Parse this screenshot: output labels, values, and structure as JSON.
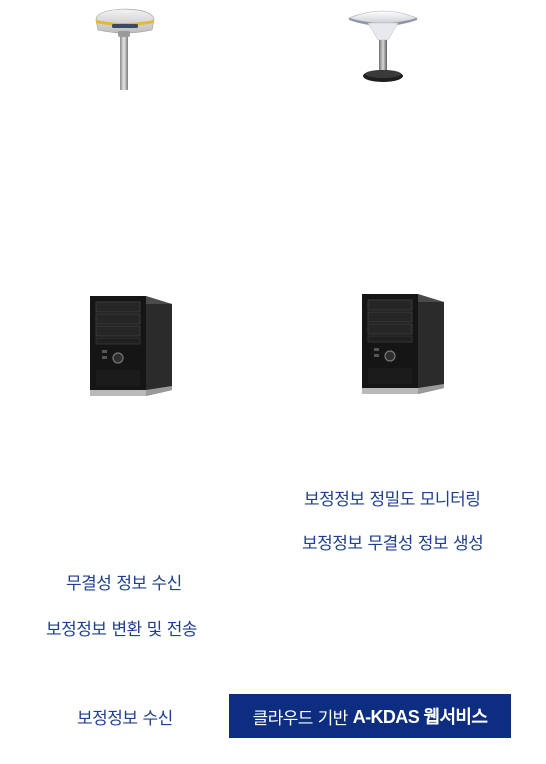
{
  "labels": {
    "precision_monitoring": "보정정보 정밀도 모니터링",
    "integrity_generation": "보정정보 무결성 정보 생성",
    "integrity_receive": "무결성 정보 수신",
    "convert_transmit": "보정정보 변환 및 전송",
    "correction_receive": "보정정보 수신"
  },
  "banner": {
    "prefix": "클라우드 기반",
    "bold": "A-KDAS 웹서비스"
  },
  "icons": {
    "rover": "gnss-rover-receiver-icon",
    "reference": "gnss-reference-antenna-icon",
    "server_left": "server-tower-icon",
    "server_right": "server-tower-icon"
  },
  "colors": {
    "label_text": "#1f3f8f",
    "banner_bg": "#0d2e80",
    "banner_text": "#ffffff"
  }
}
